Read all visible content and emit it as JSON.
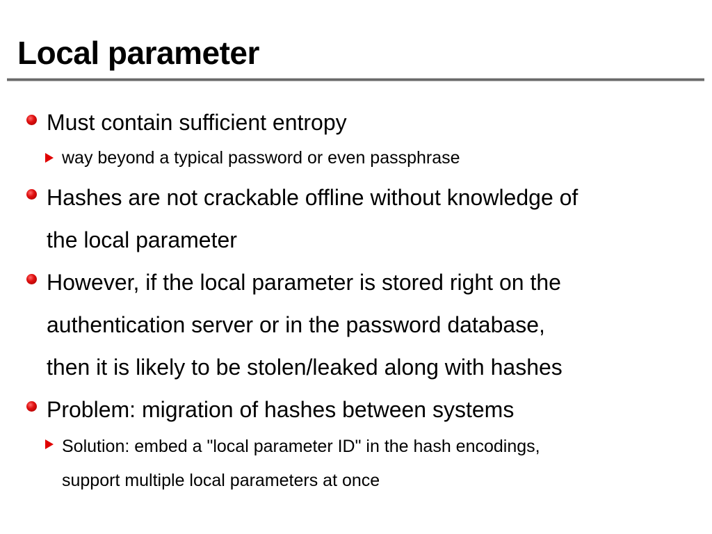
{
  "title": "Local parameter",
  "bullets": [
    {
      "lines": [
        "Must contain sufficient entropy"
      ],
      "sub": {
        "lines": [
          "way beyond a typical password or even passphrase"
        ]
      }
    },
    {
      "lines": [
        "Hashes are not crackable offline without knowledge of",
        "the local parameter"
      ]
    },
    {
      "lines": [
        "However, if the local parameter is stored right on the",
        "authentication server or in the password database,",
        "then it is likely to be stolen/leaked along with hashes"
      ]
    },
    {
      "lines": [
        "Problem: migration of hashes between systems"
      ],
      "sub": {
        "lines": [
          "Solution: embed a \"local parameter ID\" in the hash encodings,",
          "support multiple local parameters at once"
        ]
      }
    }
  ],
  "colors": {
    "bullet": "#e00000",
    "rule": "#6a6a6a",
    "text": "#000000"
  }
}
